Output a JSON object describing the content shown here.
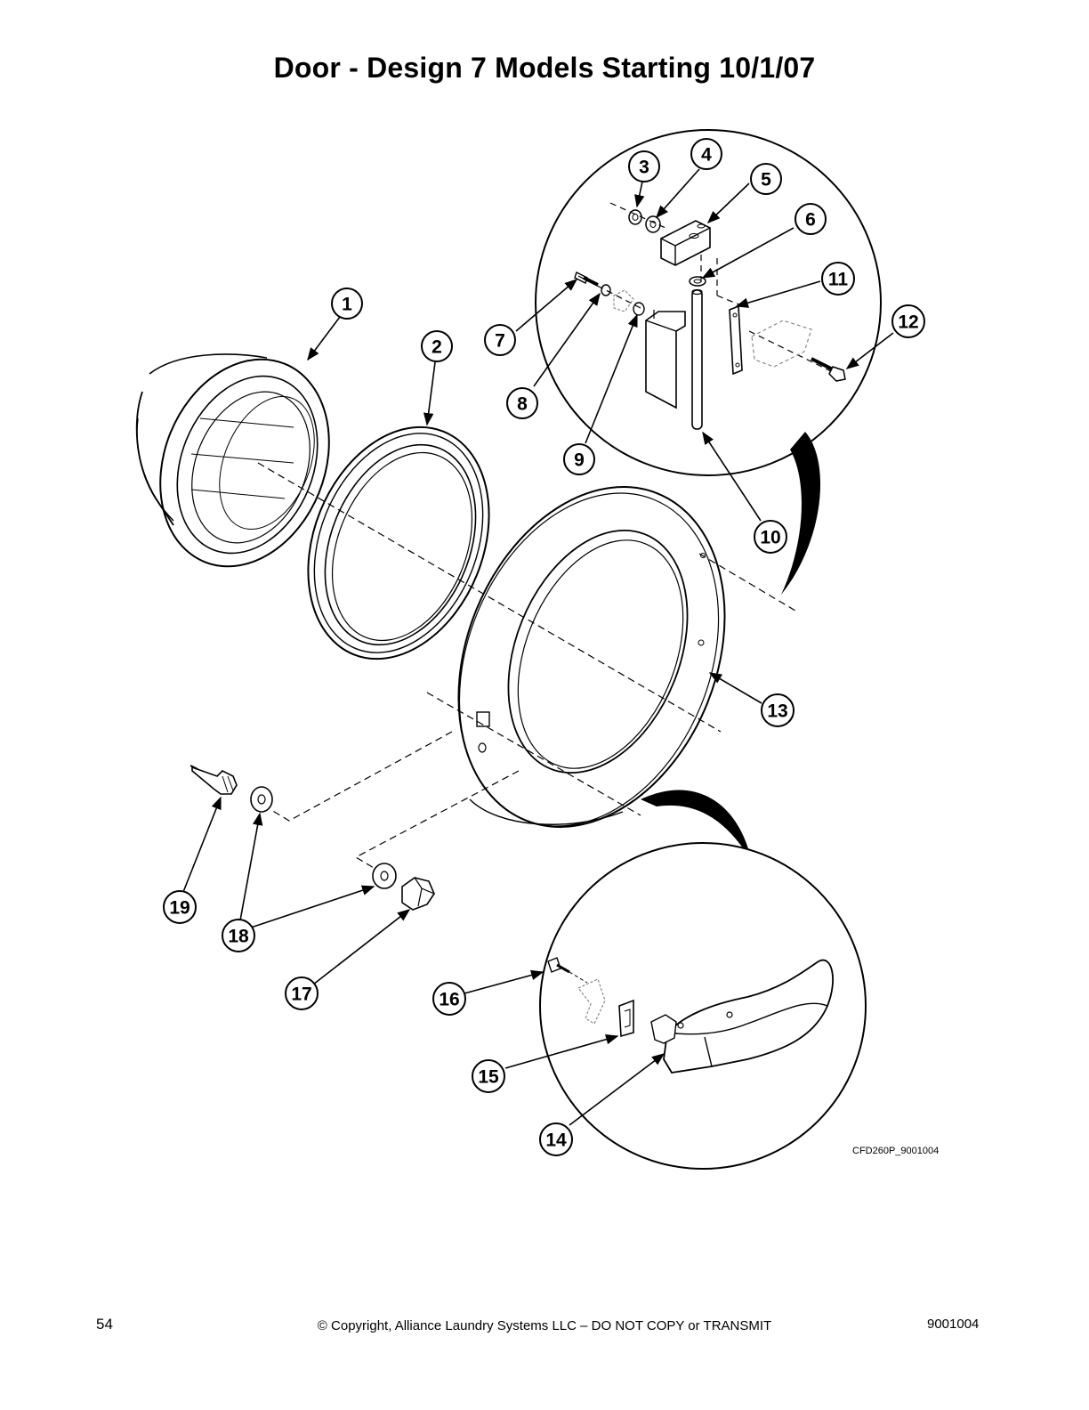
{
  "title": "Door - Design 7 Models Starting 10/1/07",
  "drawing_id": "CFD260P_9001004",
  "footer": {
    "page_number": "54",
    "copyright": "© Copyright, Alliance Laundry Systems LLC – DO NOT COPY or TRANSMIT",
    "doc_number": "9001004"
  },
  "callouts": [
    "1",
    "2",
    "3",
    "4",
    "5",
    "6",
    "7",
    "8",
    "9",
    "10",
    "11",
    "12",
    "13",
    "14",
    "15",
    "16",
    "17",
    "18",
    "19"
  ],
  "colors": {
    "ink": "#000000",
    "paper": "#ffffff",
    "hidden_part": "#888888"
  }
}
